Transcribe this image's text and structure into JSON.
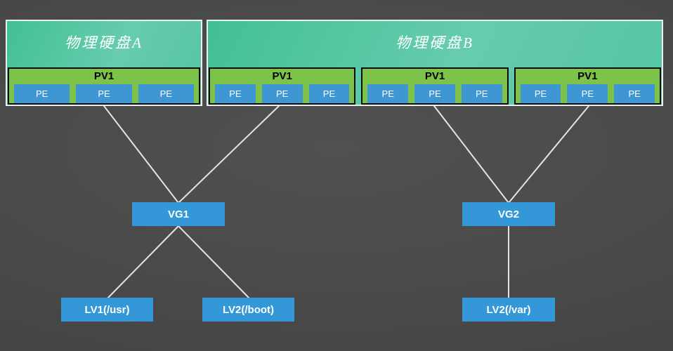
{
  "disks": [
    {
      "title": "物理硬盘A",
      "pvs": [
        {
          "label": "PV1",
          "pes": [
            "PE",
            "PE",
            "PE"
          ]
        }
      ]
    },
    {
      "title": "物理硬盘B",
      "pvs": [
        {
          "label": "PV1",
          "pes": [
            "PE",
            "PE",
            "PE"
          ]
        },
        {
          "label": "PV1",
          "pes": [
            "PE",
            "PE",
            "PE"
          ]
        },
        {
          "label": "PV1",
          "pes": [
            "PE",
            "PE",
            "PE"
          ]
        }
      ]
    }
  ],
  "volume_groups": [
    {
      "label": "VG1"
    },
    {
      "label": "VG2"
    }
  ],
  "logical_volumes": [
    {
      "label": "LV1(/usr)"
    },
    {
      "label": "LV2(/boot)"
    },
    {
      "label": "LV2(/var)"
    }
  ],
  "colors": {
    "background_center": "#515151",
    "background_edge": "#3f3f3f",
    "disk_fill_start": "#41c095",
    "disk_fill_end": "#67ccae",
    "disk_border": "#eaf0ee",
    "pv_fill": "#7dc34a",
    "pv_border": "#0b0b0b",
    "pe_fill": "#3e97d3",
    "node_fill": "#3498d8",
    "connector": "#e4e4e4"
  }
}
